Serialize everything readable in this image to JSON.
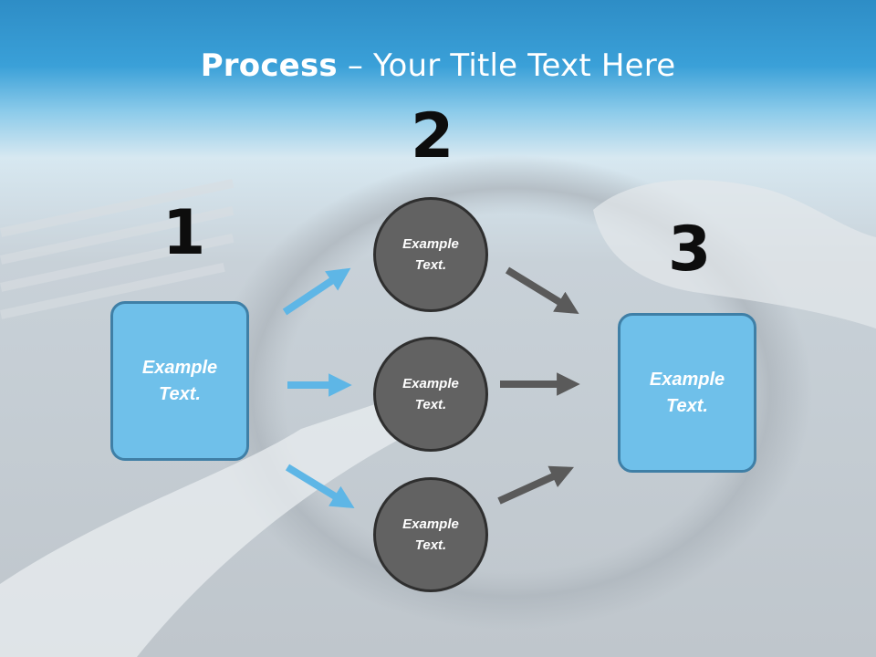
{
  "slide": {
    "title_bold": "Process",
    "title_rest": " – Your Title Text Here"
  },
  "steps": {
    "step1": {
      "number": "1",
      "text_line1": "Example",
      "text_line2": "Text."
    },
    "step2": {
      "number": "2"
    },
    "step3": {
      "number": "3",
      "text_line1": "Example",
      "text_line2": "Text."
    }
  },
  "circles": [
    {
      "text_line1": "Example",
      "text_line2": "Text."
    },
    {
      "text_line1": "Example",
      "text_line2": "Text."
    },
    {
      "text_line1": "Example",
      "text_line2": "Text."
    }
  ],
  "colors": {
    "header_blue": "#3a9fd6",
    "box_fill": "#6fc0ea",
    "box_border": "#3f7fa6",
    "circle_fill": "#626262",
    "blue_arrow": "#5eb6e6",
    "gray_arrow": "#5a5a5a"
  }
}
